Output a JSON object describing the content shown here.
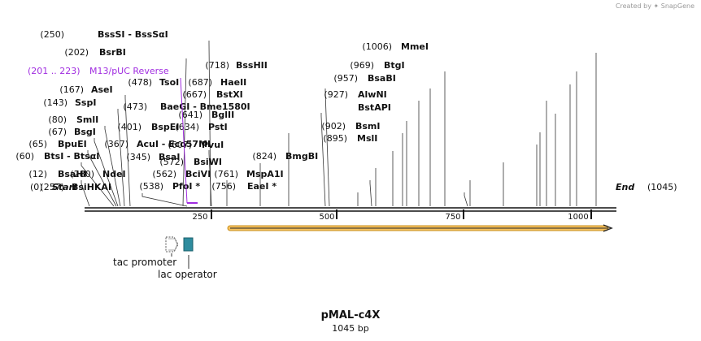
{
  "credit": {
    "text": "Created by",
    "brand": "SnapGene"
  },
  "plasmid": {
    "name": "pMAL-c4X",
    "length_label": "1045 bp"
  },
  "scale": {
    "ticks": [
      "250",
      "500",
      "750",
      "1000"
    ]
  },
  "ends": {
    "start": "Start",
    "start_pos": "(0)",
    "end": "End",
    "end_pos": "(1045)"
  },
  "primer": {
    "range": "(201 .. 223)",
    "name": "M13/pUC Reverse"
  },
  "features": {
    "tac_promoter": "tac promoter",
    "lac_operator": "lac operator"
  },
  "sites": [
    {
      "pos": "(12)",
      "name": "BsaHI"
    },
    {
      "pos": "(60)",
      "name": "BtsI  -  BtsαI"
    },
    {
      "pos": "(65)",
      "name": "BpuEI"
    },
    {
      "pos": "(67)",
      "name": "BsgI"
    },
    {
      "pos": "(80)",
      "name": "SmlI"
    },
    {
      "pos": "(143)",
      "name": "SspI"
    },
    {
      "pos": "(167)",
      "name": "AseI"
    },
    {
      "pos": "(202)",
      "name": "BsrBI"
    },
    {
      "pos": "(250)",
      "name": "BssSI  -  BssSαI"
    },
    {
      "pos": "(257)",
      "name": "BsiHKAI"
    },
    {
      "pos": "(280)",
      "name": "NdeI"
    },
    {
      "pos": "(345)",
      "name": "BsaI"
    },
    {
      "pos": "(367)",
      "name": "AcuI  -  Eco57MI"
    },
    {
      "pos": "(401)",
      "name": "BspEI"
    },
    {
      "pos": "(473)",
      "name": "BaeGI  -  Bme1580I"
    },
    {
      "pos": "(478)",
      "name": "TsoI"
    },
    {
      "pos": "(538)",
      "name": "PfoI *"
    },
    {
      "pos": "(562)",
      "name": "BciVI"
    },
    {
      "pos": "(572)",
      "name": "BsiWI"
    },
    {
      "pos": "(607)",
      "name": "PvuI"
    },
    {
      "pos": "(634)",
      "name": "PstI"
    },
    {
      "pos": "(641)",
      "name": "BglII"
    },
    {
      "pos": "(667)",
      "name": "BstXI"
    },
    {
      "pos": "(687)",
      "name": "HaeII"
    },
    {
      "pos": "(718)",
      "name": "BssHII"
    },
    {
      "pos": "(756)",
      "name": "EaeI *"
    },
    {
      "pos": "(761)",
      "name": "MspA1I"
    },
    {
      "pos": "(824)",
      "name": "BmgBI"
    },
    {
      "pos": "(895)",
      "name": "MslI"
    },
    {
      "pos": "(902)",
      "name": "BsmI"
    },
    {
      "pos": "(927)",
      "name": "AlwNI"
    },
    {
      "pos": "",
      "name": "BstAPI"
    },
    {
      "pos": "(957)",
      "name": "BsaBI"
    },
    {
      "pos": "(969)",
      "name": "BtgI"
    },
    {
      "pos": "(1006)",
      "name": "MmeI"
    }
  ]
}
